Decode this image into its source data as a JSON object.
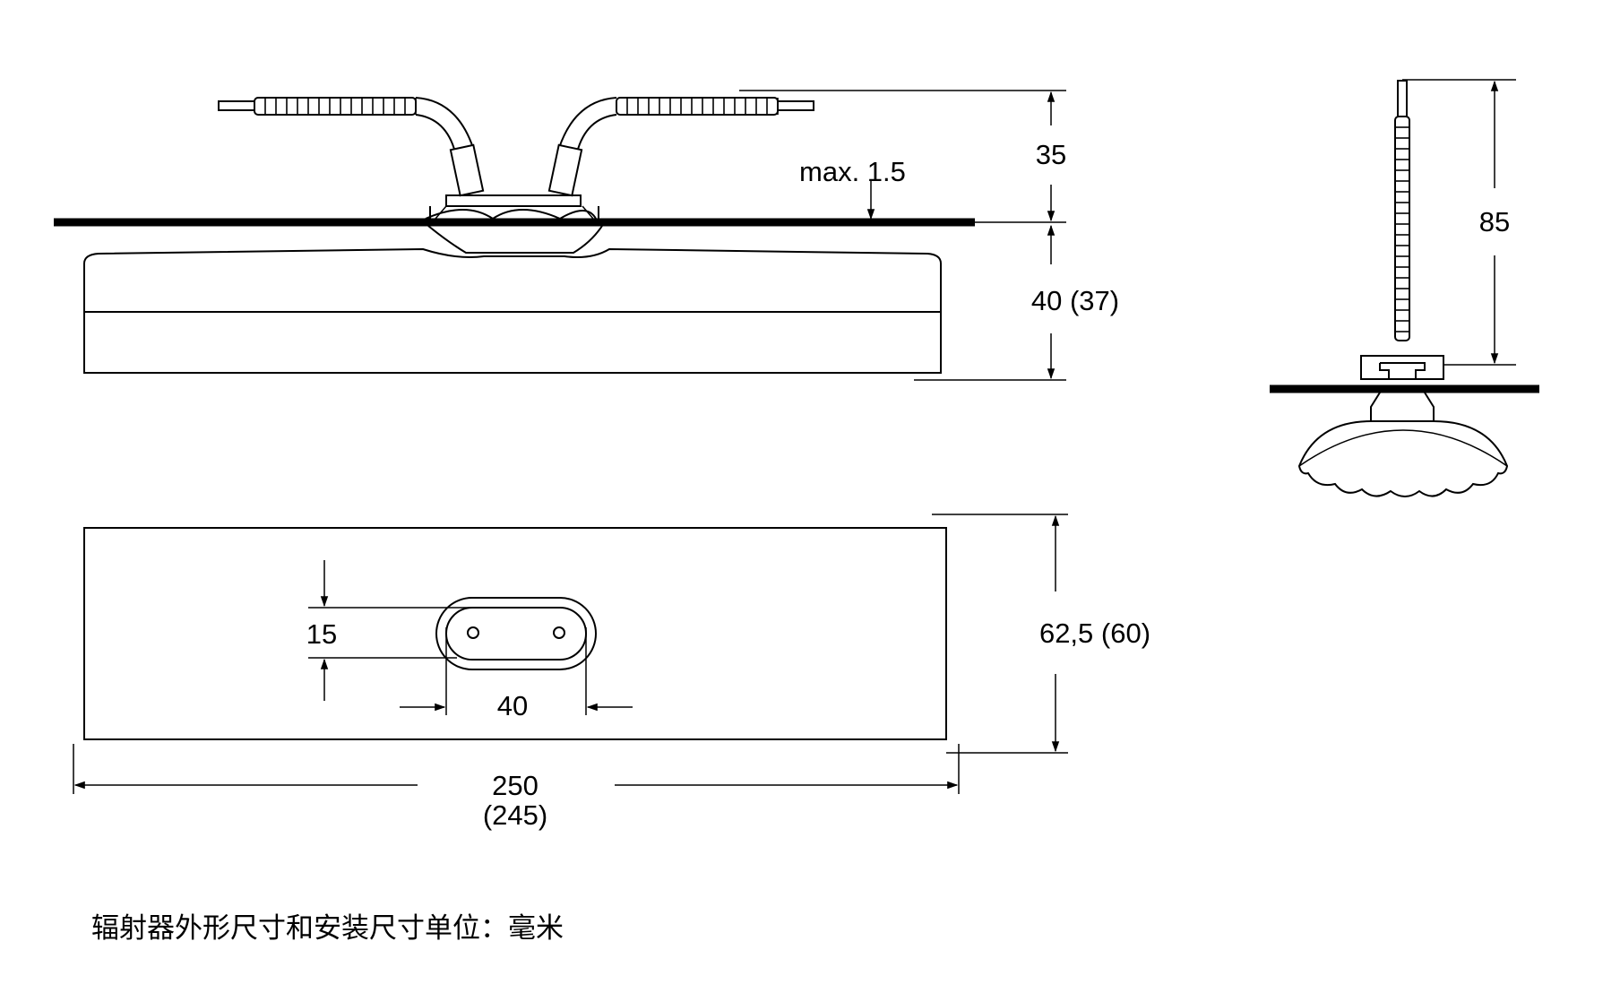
{
  "dimensions": {
    "cable_height": "35",
    "max_thickness": "max. 1.5",
    "body_height": "40 (37)",
    "side_height": "85",
    "bracket_height": "15",
    "bracket_width": "40",
    "depth": "62,5 (60)",
    "length_main": "250",
    "length_alt": "(245)"
  },
  "caption": "辐射器外形尺寸和安装尺寸单位：毫米"
}
